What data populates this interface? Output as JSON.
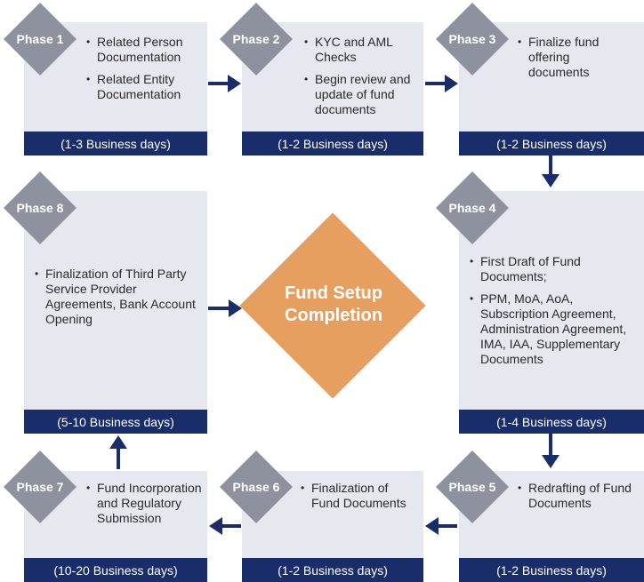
{
  "diagram": {
    "center": {
      "label": "Fund Setup Completion"
    },
    "colors": {
      "box_bg": "#e6e8ef",
      "bar": "#1a2d6b",
      "phase_diamond": "#8d929e",
      "center_diamond": "#e69f5e",
      "arrow": "#1a2d6b"
    },
    "phases": [
      {
        "label": "Phase 1",
        "items": [
          "Related Person Documentation",
          "Related Entity Documentation"
        ],
        "duration": "(1-3 Business days)"
      },
      {
        "label": "Phase 2",
        "items": [
          "KYC and AML Checks",
          "Begin review and update of fund documents"
        ],
        "duration": "(1-2 Business days)"
      },
      {
        "label": "Phase 3",
        "items": [
          "Finalize fund offering documents"
        ],
        "duration": "(1-2 Business days)"
      },
      {
        "label": "Phase 4",
        "items": [
          "First Draft of Fund Documents;",
          "PPM, MoA, AoA, Subscription Agreement, Administration Agreement, IMA, IAA, Supplementary Documents"
        ],
        "duration": "(1-4 Business days)"
      },
      {
        "label": "Phase 5",
        "items": [
          "Redrafting of Fund Documents"
        ],
        "duration": "(1-2 Business days)"
      },
      {
        "label": "Phase 6",
        "items": [
          "Finalization of Fund Documents"
        ],
        "duration": "(1-2 Business days)"
      },
      {
        "label": "Phase 7",
        "items": [
          "Fund Incorporation and Regulatory Submission"
        ],
        "duration": "(10-20 Business days)"
      },
      {
        "label": "Phase 8",
        "items": [
          "Finalization of Third Party Service Provider Agreements, Bank Account Opening"
        ],
        "duration": "(5-10 Business days)"
      }
    ],
    "flow": [
      "Phase 1",
      "Phase 2",
      "Phase 3",
      "Phase 4",
      "Phase 5",
      "Phase 6",
      "Phase 7",
      "Phase 8",
      "Fund Setup Completion"
    ]
  }
}
